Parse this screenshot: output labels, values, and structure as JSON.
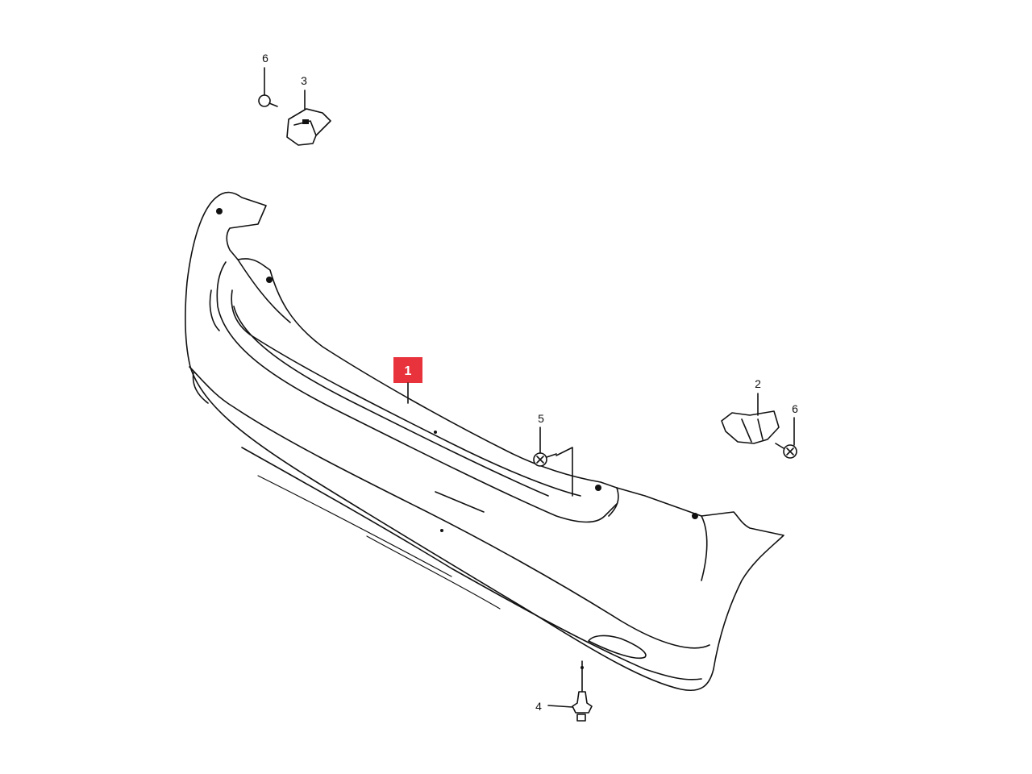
{
  "highlight_color": "#e8323c",
  "callouts": {
    "bumper": "1",
    "bracket_right": "2",
    "bracket_left": "3",
    "clip": "4",
    "screw_center": "5",
    "screw_left": "6",
    "screw_right": "6"
  }
}
